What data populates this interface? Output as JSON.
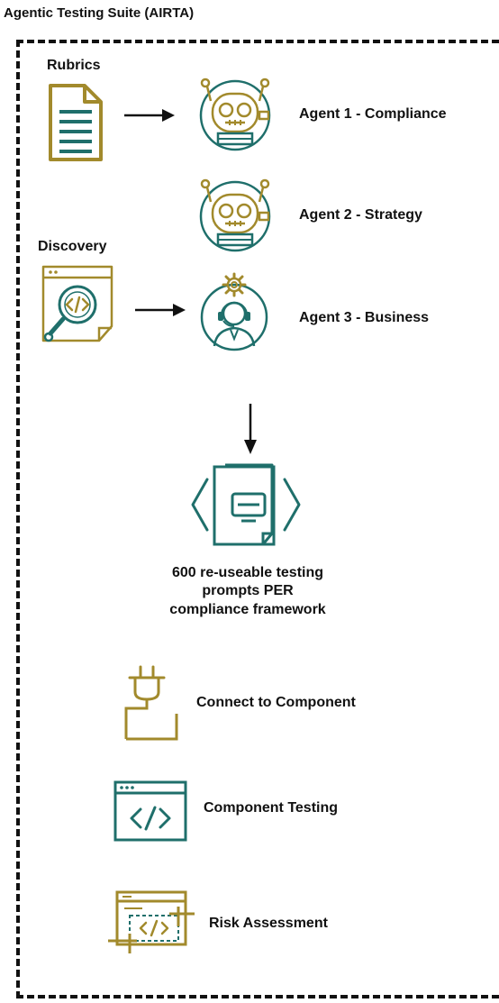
{
  "title": "Agentic Testing Suite (AIRTA)",
  "inputs": {
    "rubrics": "Rubrics",
    "discovery": "Discovery"
  },
  "agents": {
    "agent1": "Agent 1 - Compliance",
    "agent2": "Agent 2 - Strategy",
    "agent3": "Agent 3 - Business"
  },
  "output": {
    "line1": "600 re-useable testing",
    "line2": "prompts PER",
    "line3": "compliance framework"
  },
  "steps": {
    "connect": "Connect to Component",
    "testing": "Component Testing",
    "risk": "Risk Assessment"
  },
  "colors": {
    "gold": "#a28a2c",
    "teal": "#1f6f6b"
  },
  "icons": {
    "rubrics": "document-icon",
    "discovery": "code-search-icon",
    "agent_robot": "robot-icon",
    "agent_business": "support-agent-icon",
    "prompts": "code-files-icon",
    "connect": "plug-icon",
    "testing": "code-window-icon",
    "risk": "code-select-icon"
  }
}
